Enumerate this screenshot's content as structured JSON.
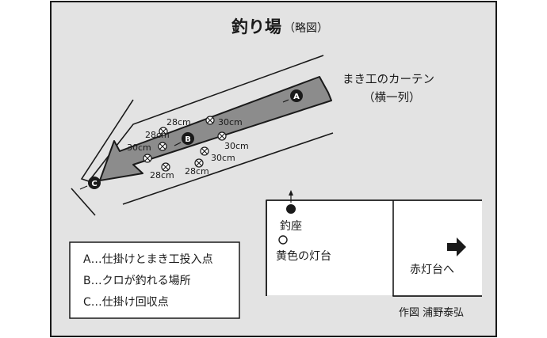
{
  "title": "釣り場",
  "title_note": "（略図）",
  "callout": {
    "line1": "まき工のカーテン",
    "line2": "（横一列）"
  },
  "markers": {
    "A": "A",
    "B": "B",
    "C": "C"
  },
  "depth_labels": [
    "28cm",
    "30cm",
    "28cm",
    "30cm",
    "30cm",
    "30cm",
    "28cm",
    "28cm"
  ],
  "legend": {
    "items": [
      "A…仕掛けとまき工投入点",
      "B…クロが釣れる場所",
      "C…仕掛け回収点"
    ]
  },
  "pier": {
    "seat_label": "釣座",
    "lamp_label": "黄色の灯台",
    "direction_label": "赤灯台へ"
  },
  "credit": "作図 浦野泰弘",
  "colors": {
    "outer_bg": "#ffffff",
    "map_bg": "#e3e3e3",
    "arrow_fill": "#8c8c8c",
    "ink": "#1a1a1a",
    "box_fill": "#ffffff"
  }
}
